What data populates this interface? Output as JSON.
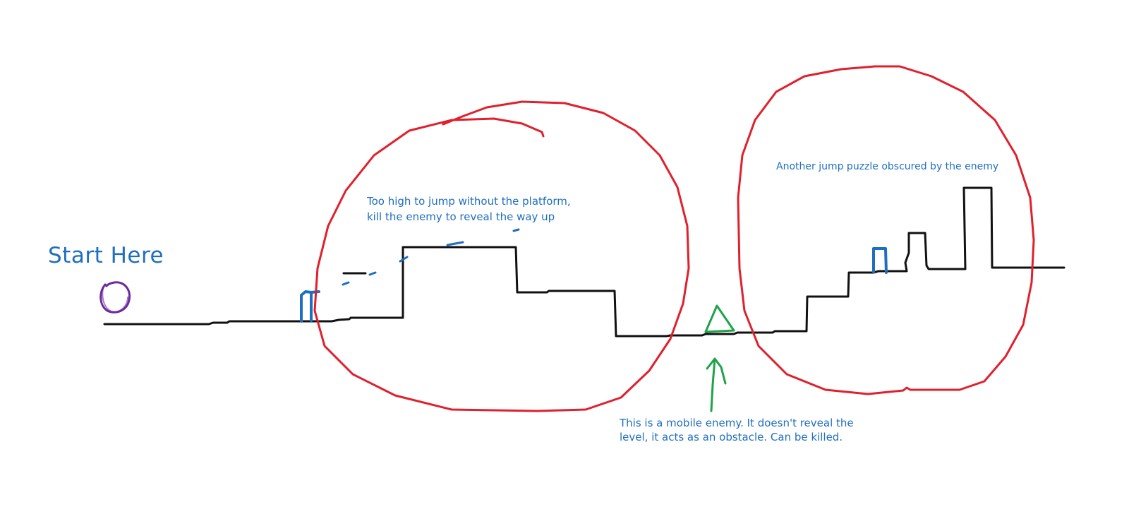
{
  "colors": {
    "terrain": "#111111",
    "puzzle_zone": "#e0202c",
    "annotation": "#1f6fc0",
    "enemy": "#1ea34a",
    "player": "#6b2aa0"
  },
  "labels": {
    "start": "Start Here",
    "note_zone1_line1": "Too high to jump without the platform,",
    "note_zone1_line2": "kill the enemy to reveal the way up",
    "note_zone2": "Another jump puzzle obscured by the enemy",
    "note_enemy_line1": "This is a mobile enemy. It doesn't reveal the",
    "note_enemy_line2": "level, it acts as an obstacle. Can be killed."
  },
  "icons": {
    "player": "circle",
    "hidden_enemy": "arch",
    "mobile_enemy": "triangle",
    "pointer": "up-arrow"
  }
}
